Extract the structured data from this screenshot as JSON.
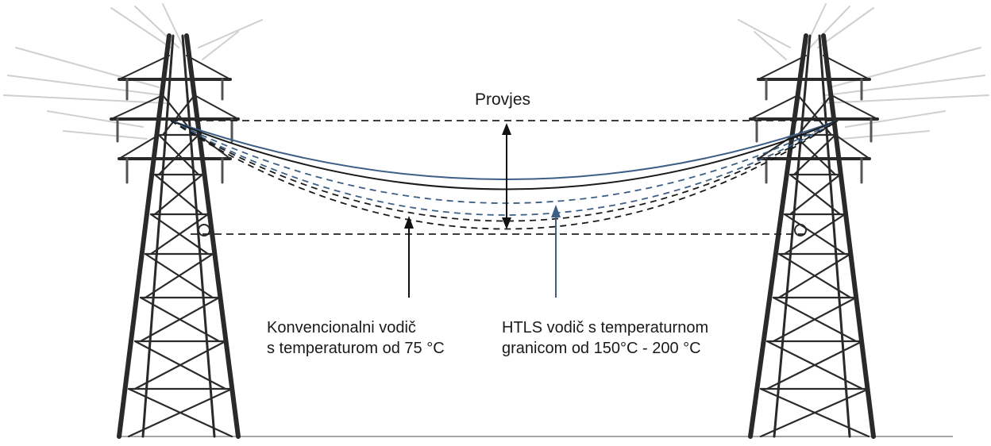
{
  "diagram": {
    "sag_label": "Provjes",
    "conventional": {
      "line1": "Konvencionalni vodič",
      "line2": "s temperaturom od 75 °C"
    },
    "htls": {
      "line1": "HTLS vodič s temperaturnom",
      "line2": "granicom od 150°C  - 200 °C"
    },
    "colors": {
      "conventional": "#1a1a1a",
      "htls": "#3d5f86",
      "tower": "#2a2a2a"
    }
  }
}
